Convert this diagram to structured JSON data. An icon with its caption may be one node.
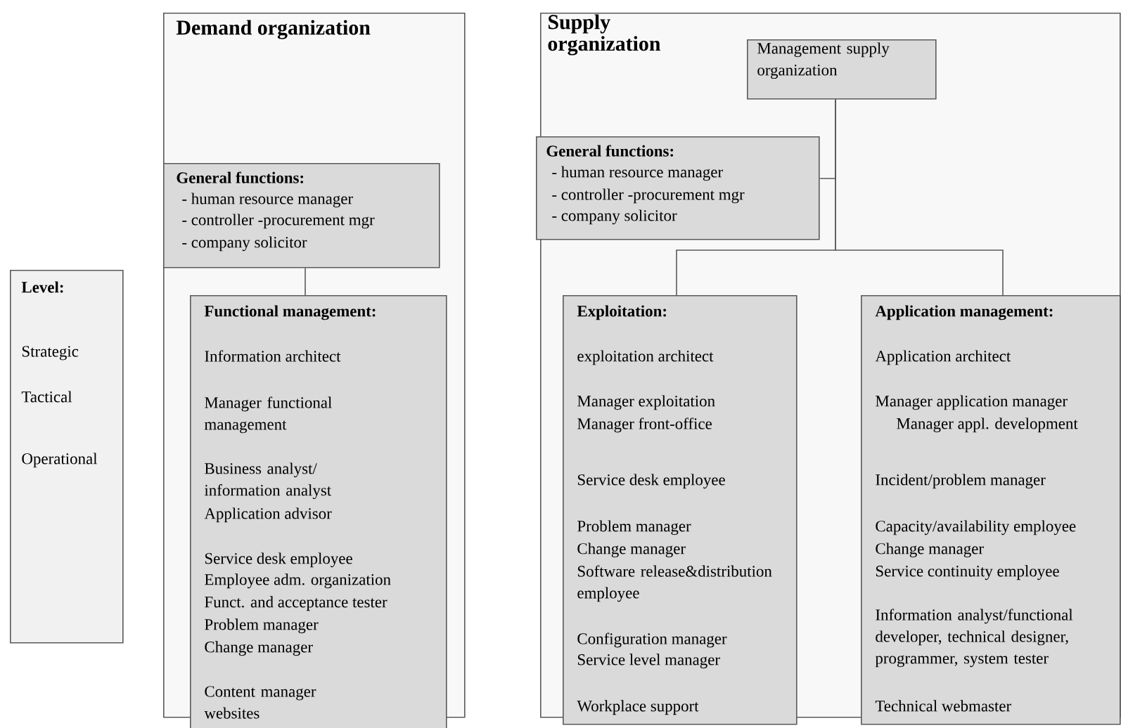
{
  "diagram": {
    "nodes": [
      {
        "text": [
          "Level:",
          "Strategic",
          "Tactical",
          "Operational"
        ]
      },
      {
        "text": [
          "Demand organization"
        ]
      },
      {
        "text": [
          "General functions:",
          "- human resource manager",
          "- controller -procurement mgr",
          "- company solicitor"
        ],
        "in": 1
      },
      {
        "text": [
          "Functional management:",
          "Information architect",
          "Manager functional management",
          "Business analyst/ information analyst",
          "Application advisor",
          "Service desk employee",
          "Employee adm. organization",
          "Funct. and acceptance tester",
          "Problem manager",
          "Change manager",
          "Content manager websites"
        ],
        "in": 1
      },
      {
        "text": [
          "Supply organization"
        ]
      },
      {
        "text": [
          "Management supply organization"
        ],
        "in": 4
      },
      {
        "text": [
          "General functions:",
          "- human resource manager",
          "- controller -procurement mgr",
          "- company solicitor"
        ],
        "in": 4
      },
      {
        "text": [
          "Exploitation:",
          "exploitation architect",
          "Manager exploitation",
          "Manager front-office",
          "Service desk employee",
          "Problem manager",
          "Change manager",
          "Software release&distribution employee",
          "Configuration manager",
          "Service level manager",
          "Workplace support"
        ],
        "in": 4
      },
      {
        "text": [
          "Application management:",
          "Application architect",
          "Manager application manager",
          "Manager appl. development",
          "Incident/problem manager",
          "Capacity/availability employee",
          "Change manager",
          "Service continuity employee",
          "Information analyst/functional developer, technical designer, programmer, system tester",
          "Technical webmaster"
        ],
        "in": 4
      }
    ],
    "edges": [
      {
        "from": 2,
        "to": 3,
        "arrow": "none"
      },
      {
        "from": 5,
        "to": 6,
        "arrow": "none"
      },
      {
        "from": 5,
        "to": 7,
        "arrow": "none"
      },
      {
        "from": 5,
        "to": 8,
        "arrow": "none"
      }
    ]
  }
}
